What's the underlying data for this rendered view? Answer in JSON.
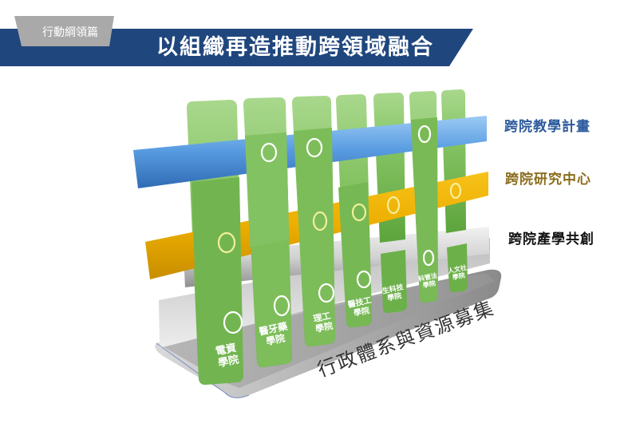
{
  "header": {
    "section_tab": "行動綱領篇",
    "title": "以組織再造推動跨領域融合",
    "banner_color": "#1f467d",
    "tab_color": "#a9a9a9"
  },
  "legend": [
    {
      "label": "跨院教學計畫",
      "color": "#2c5a9c",
      "bar_color": "#4a90d9"
    },
    {
      "label": "跨院研究中心",
      "color": "#8a6d1c",
      "bar_color": "#e8a800"
    },
    {
      "label": "跨院產學共創",
      "color": "#111111",
      "bar_color": "#c0c0c0"
    }
  ],
  "colleges": [
    {
      "line1": "電資",
      "line2": "學院"
    },
    {
      "line1": "醫牙藥",
      "line2": "學院"
    },
    {
      "line1": "理工",
      "line2": "學院"
    },
    {
      "line1": "醫技工",
      "line2": "學院"
    },
    {
      "line1": "生科技",
      "line2": "學院"
    },
    {
      "line1": "科管法",
      "line2": "學院"
    },
    {
      "line1": "人文社",
      "line2": "學院"
    }
  ],
  "base": {
    "caption": "行政體系與資源募集"
  },
  "colors": {
    "board_top": "#a6d68a",
    "board_bottom": "#5fa83f",
    "circle_on_gray": "#ffffff",
    "circle_on_color": "#f3ef9a"
  }
}
